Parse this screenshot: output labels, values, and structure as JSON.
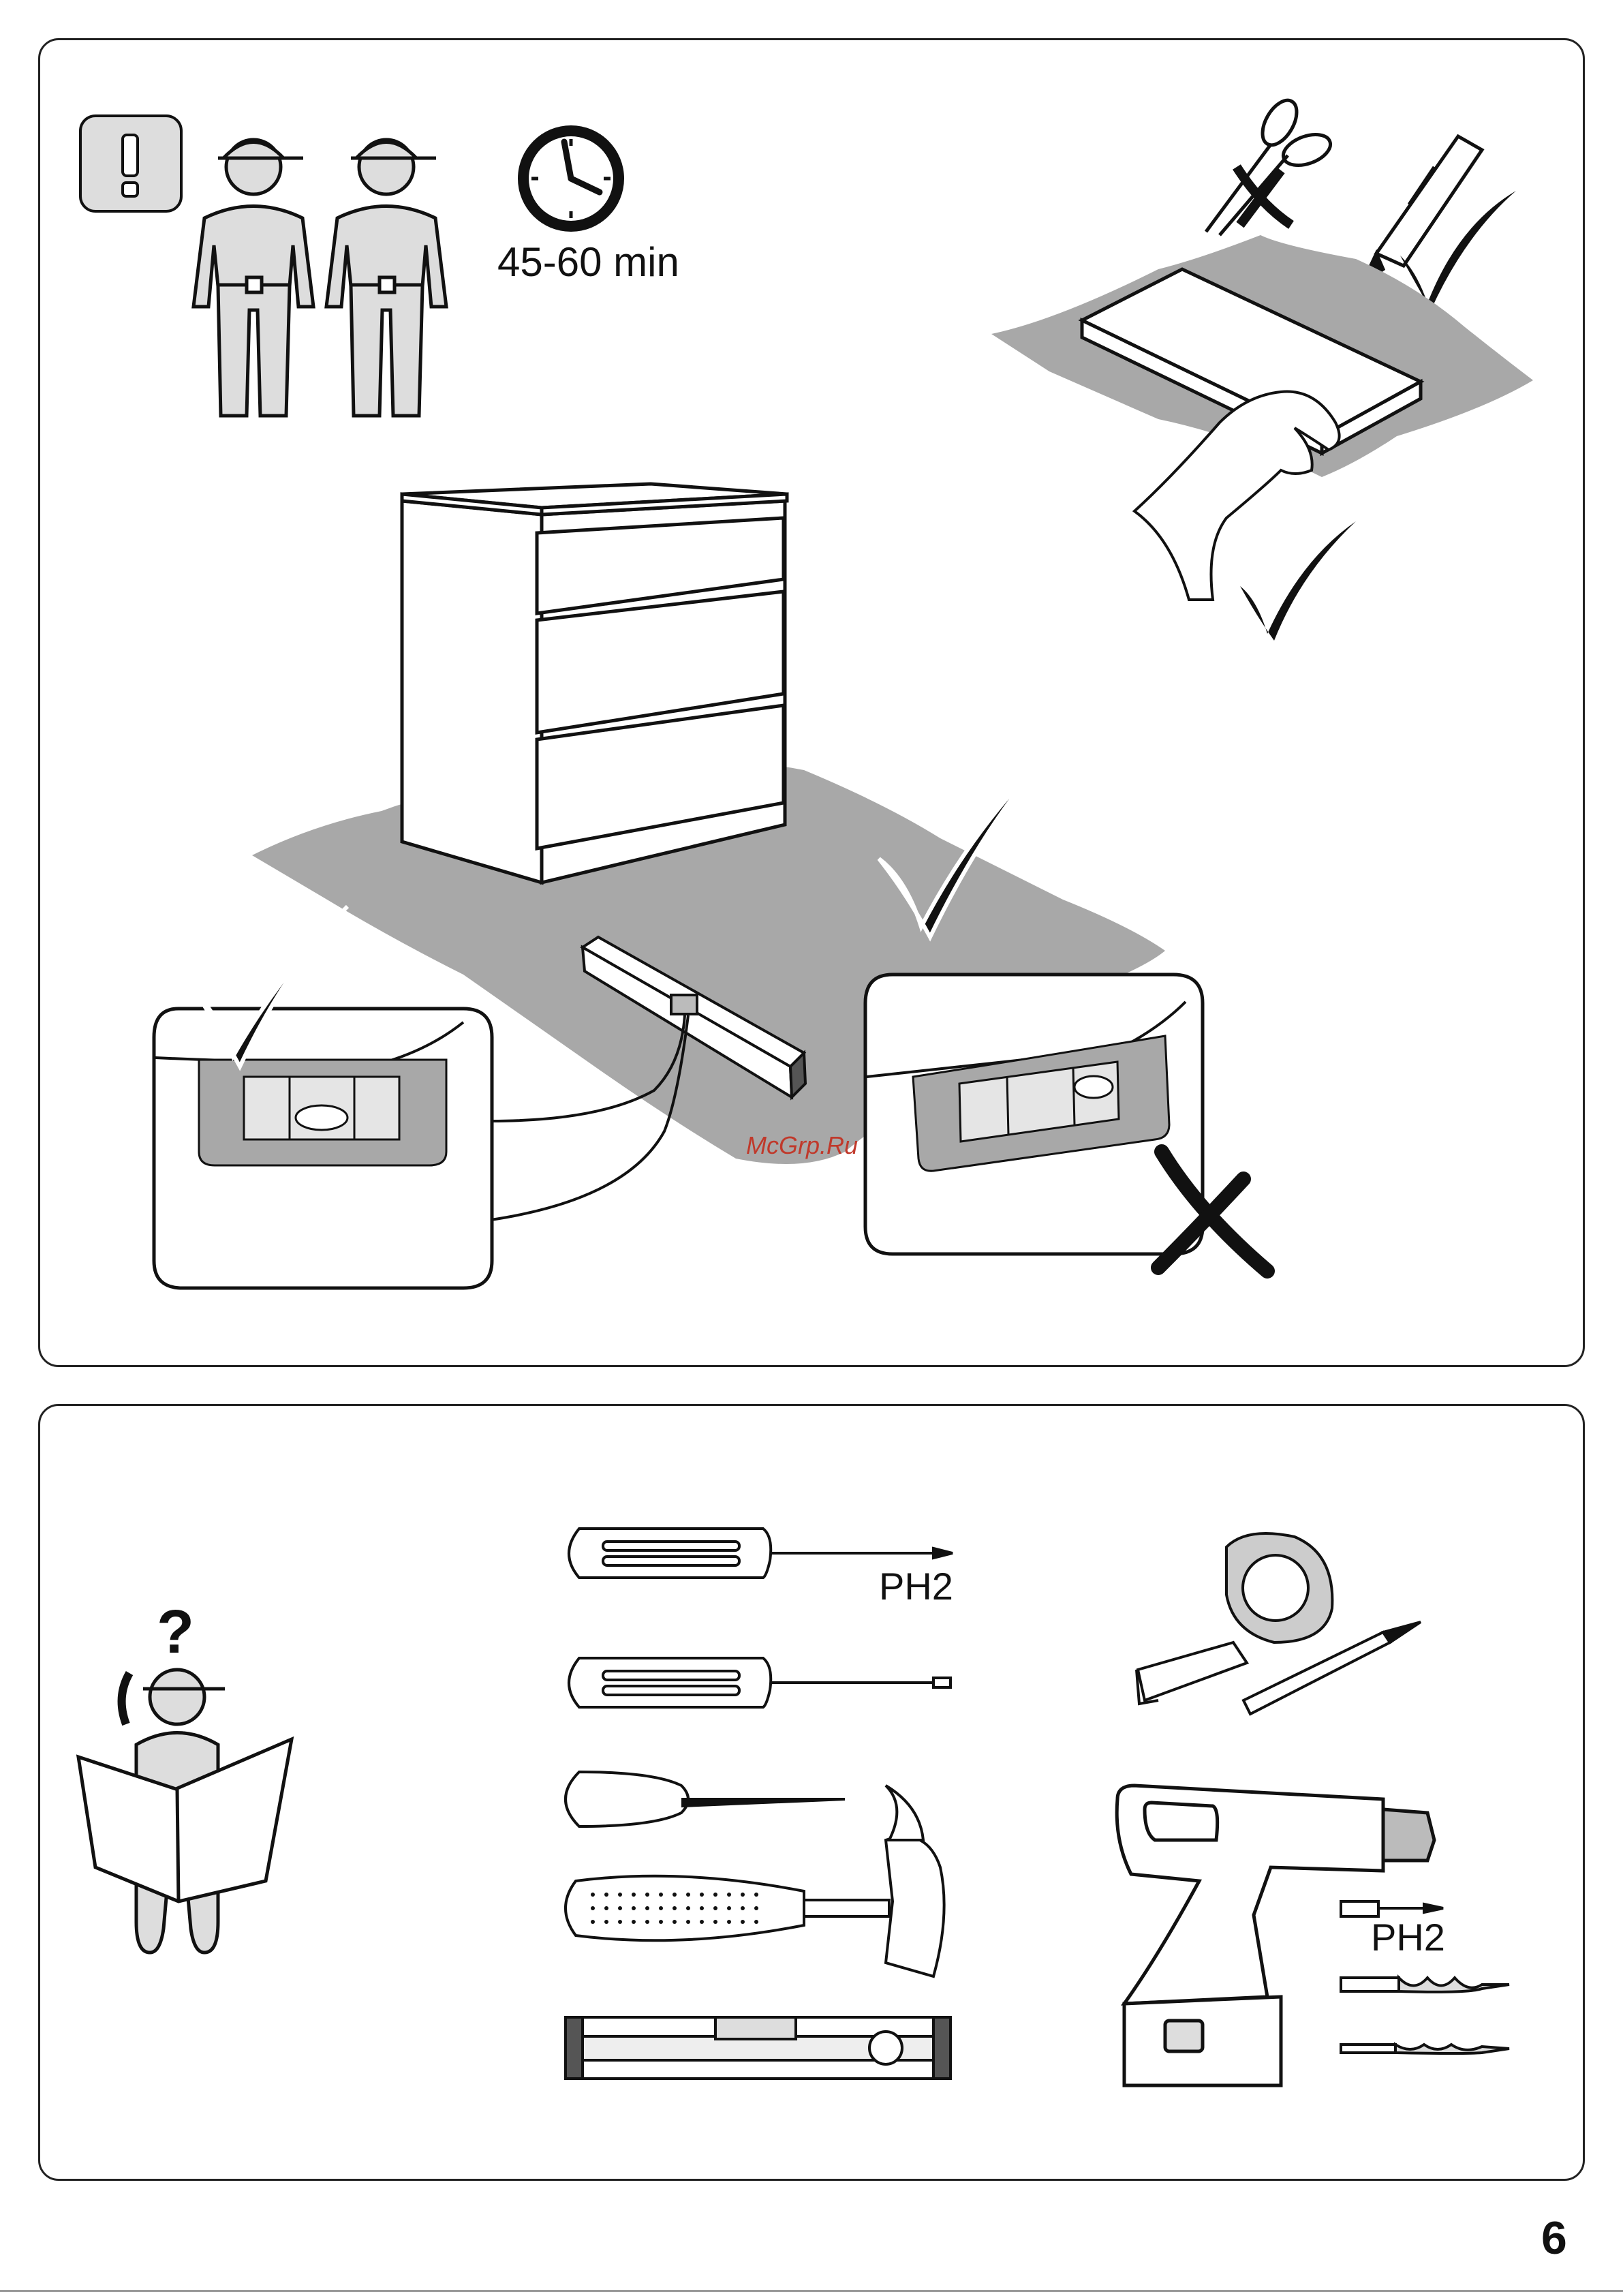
{
  "header": {
    "duration_label": "45-60 min"
  },
  "watermark": "McGrp.Ru",
  "tools": {
    "phillips_label": "PH2",
    "bit_label": "PH2"
  },
  "page_number": "6",
  "icons": {
    "warning": "warning-exclamation-icon",
    "two_people": "two-person-assembly-icon",
    "clock": "clock-icon",
    "check": "checkmark-icon",
    "cross": "cross-icon"
  },
  "colors": {
    "floor_gray": "#a8a8a8",
    "line": "#111111",
    "watermark": "#c0392b"
  }
}
